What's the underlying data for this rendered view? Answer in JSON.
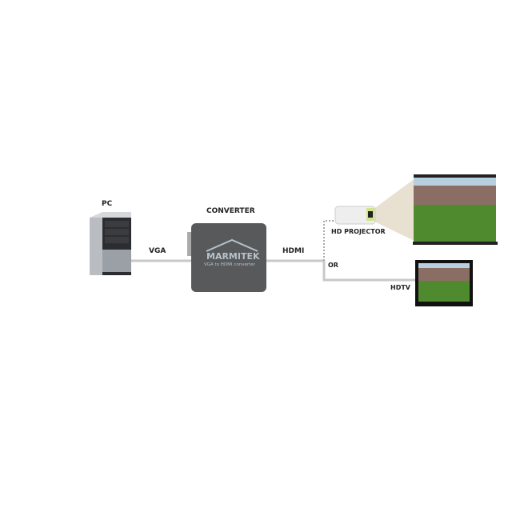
{
  "labels": {
    "pc": "PC",
    "vga": "VGA",
    "converter": "CONVERTER",
    "hdmi": "HDMI",
    "projector": "HD PROJECTOR",
    "or": "OR",
    "hdtv": "HDTV"
  },
  "converter": {
    "brand": "MARMITEK",
    "subtitle": "VGA to HDMI converter"
  },
  "colors": {
    "cable": "#c8c8c8",
    "converter": "#58595b",
    "beam": "#e8e0d0",
    "grass": "#4f8a2e"
  }
}
